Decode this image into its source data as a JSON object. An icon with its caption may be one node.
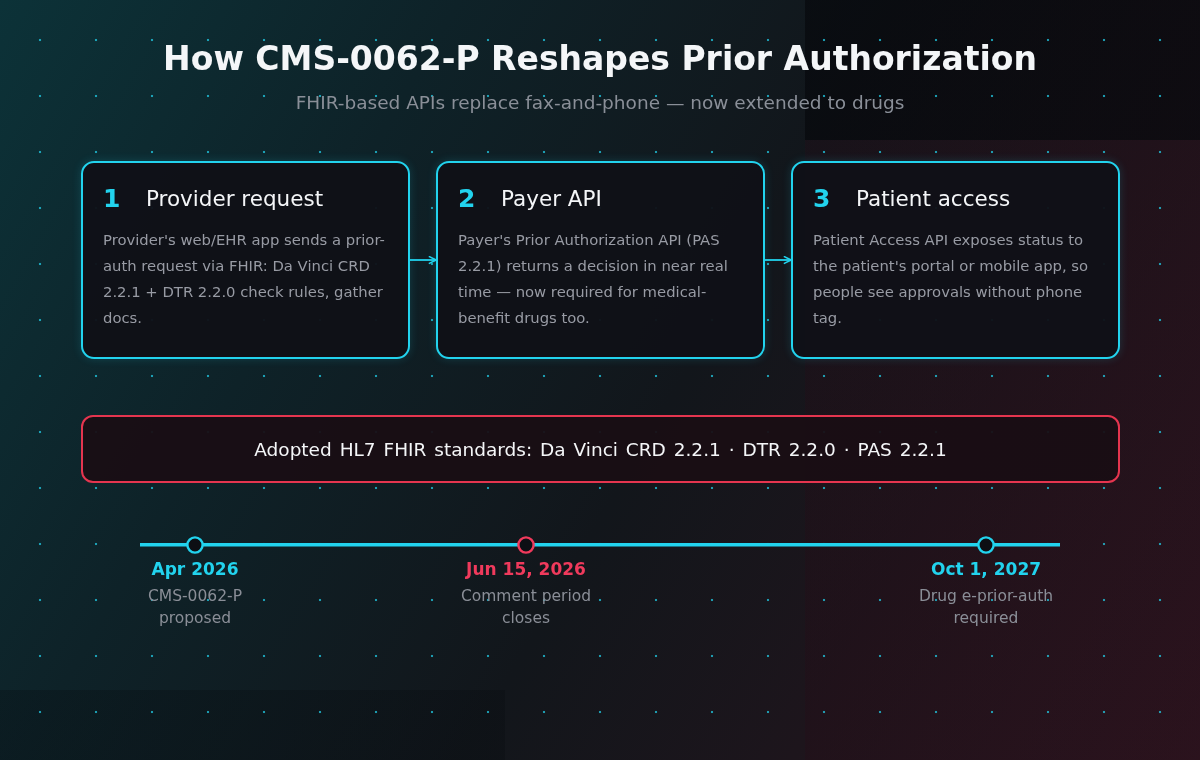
{
  "diagram": {
    "title": "How CMS-0062-P Reshapes Prior Authorization",
    "nodes": [
      {
        "text": [
          "1",
          "Provider request",
          "Provider's web/EHR app sends a prior-auth request via FHIR: Da Vinci CRD 2.2.1 + DTR 2.2.0 check rules, gather docs."
        ]
      },
      {
        "text": [
          "2",
          "Payer API",
          "Payer's Prior Authorization API (PAS 2.2.1) returns a decision in near real time — now required for medical-benefit drugs too."
        ]
      },
      {
        "text": [
          "3",
          "Patient access",
          "Patient Access API exposes status to the patient's portal or mobile app, so people see approvals without phone tag."
        ]
      },
      {
        "text": [
          "Adopted HL7 FHIR standards: Da Vinci CRD 2.2.1 · DTR 2.2.0 · PAS 2.2.1"
        ]
      }
    ],
    "edges": [
      {
        "from": 0,
        "to": 1,
        "arrow": "to"
      },
      {
        "from": 1,
        "to": 2,
        "arrow": "to"
      }
    ],
    "labels": [
      "FHIR-based APIs replace fax-and-phone — now extended to drugs",
      "Apr 2026",
      "CMS-0062-P proposed",
      "Jun 15, 2026",
      "Comment period closes",
      "Oct 1, 2027",
      "Drug e-prior-auth required"
    ]
  }
}
